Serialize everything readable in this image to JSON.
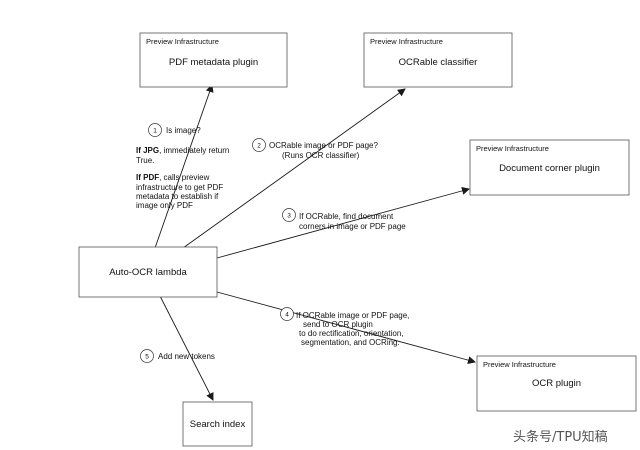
{
  "nodes": {
    "pdf_metadata": {
      "caption": "Preview Infrastructure",
      "title": "PDF metadata plugin"
    },
    "ocrable": {
      "caption": "Preview Infrastructure",
      "title": "OCRable classifier"
    },
    "doc_corner": {
      "caption": "Preview Infrastructure",
      "title": "Document corner plugin"
    },
    "ocr_plugin": {
      "caption": "Preview Infrastructure",
      "title": "OCR plugin"
    },
    "lambda": {
      "title": "Auto-OCR lambda"
    },
    "search": {
      "title": "Search index"
    }
  },
  "steps": [
    {
      "num": "1",
      "lines": [
        "Is image?"
      ]
    },
    {
      "num": "2",
      "lines": [
        "OCRable image or PDF page?",
        "(Runs OCR classifier)"
      ]
    },
    {
      "num": "3",
      "lines": [
        "If OCRable, find document",
        "corners in image or PDF page"
      ]
    },
    {
      "num": "4",
      "lines": [
        "If OCRable image or PDF page,",
        "send to OCR plugin",
        "to do rectification, orientation,",
        "segmentation, and OCRing."
      ]
    },
    {
      "num": "5",
      "lines": [
        "Add new tokens"
      ]
    }
  ],
  "notes": {
    "jpg": {
      "bold": "If JPG",
      "rest": ", immediately return",
      "line2": "True."
    },
    "pdf": {
      "bold": "If PDF",
      "rest": ", calls preview",
      "line2": "infrastructure to get PDF",
      "line3": "metadata to establish if",
      "line4": "image only PDF"
    }
  },
  "watermark": "头条号/TPU知稿",
  "colors": {
    "stroke": "#1a1a1a",
    "box_border": "#555555",
    "background": "#ffffff"
  }
}
